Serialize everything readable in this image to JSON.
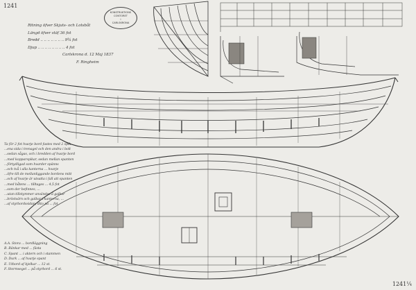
{
  "catalog": {
    "number_top": "1241",
    "number_bottom": "1241¼"
  },
  "stamp": {
    "lines": [
      "KONSTRUKTIONS",
      "CONTORET",
      "i",
      "CARLSKRONA"
    ]
  },
  "title_block": {
    "lines": [
      "Ritning öfver Skjuts- och Lotsbåt",
      "Längd öfver stäf 36 fot",
      "Bredd .. .. .. .. .. .. .. 9¾ fot",
      "Djup .. .. .. .. .. .. .. .. 4 fot",
      "Carlskrona d. 12 Maj 1837",
      "F. Ringheim"
    ]
  },
  "left_notes": {
    "lines": [
      "Ta för 2 fot hvarje bord fastes med 2 spik",
      "...ena sida i trenagel och den andra i bolt",
      "...sedan sågas, och i bredden af hvarje bord",
      "...med kopparspikar, sedan mellan spanten",
      "...förtydligad som hvarder spänns",
      "...och två i alla kanterna ... hvarje",
      "...öfre till de mellanliggande bordens mitt",
      "...och af hvarje är utsatta i fall att spanten",
      "...med båtens ... tilltages ... 4,5 fot",
      "...som der befinnes, ...",
      "...utan tillstymmer användes å galbar",
      "...bröstvärn och galbar i kanterna, ...",
      "...af styrbordssidan, dito på ... fot"
    ]
  },
  "bottom_notes": {
    "lines": [
      "A.A. Stora ... bordläggning",
      "B. Bänkar med ... fästa",
      "C. Spant ... i aktern och i stammen",
      "D. Durk ... af hvarje spant",
      "E. Utbord af bjelkar ... 12 st.",
      "F. Stormsegel ... på styrbord ... 6 st."
    ]
  }
}
